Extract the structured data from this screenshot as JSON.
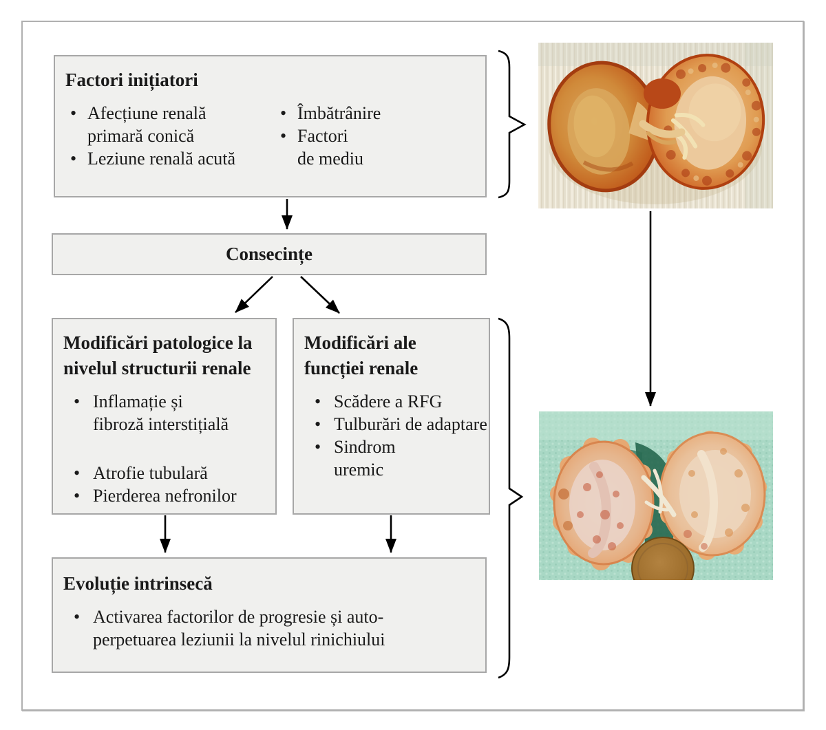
{
  "figure": {
    "boxes": {
      "initiators": {
        "title": "Factori inițiatori",
        "col1": [
          "Afecțiune renală\nprimară conică",
          "Leziune renală acută"
        ],
        "col2": [
          "Îmbătrânire",
          "Factori\nde mediu"
        ]
      },
      "consequences": {
        "title": "Consecințe"
      },
      "structural": {
        "title": "Modificări patologice la\nnivelul structurii renale",
        "bullets": [
          "Inflamație și\nfibroză interstițială",
          "Atrofie tubulară",
          "Pierderea nefronilor"
        ]
      },
      "functional": {
        "title": "Modificări ale\nfuncției renale",
        "bullets": [
          "Scădere a RFG",
          "Tulburări de adaptare",
          "Sindrom\nuremic"
        ]
      },
      "evolution": {
        "title": "Evoluție intrinsecă",
        "bullets": [
          "Activarea factorilor de progresie și auto-\nperpetuarea leziunii la nivelul rinichiului"
        ]
      }
    },
    "ui": {
      "bullet": "•"
    },
    "images": {
      "top": "kidney-gross-specimen-photo",
      "bottom": "atrophic-kidneys-with-coin-photo"
    },
    "colors": {
      "box_fill": "#f0f0ee",
      "box_border": "#a7a7a7",
      "frame_border": "#b0b0b0",
      "text": "#1a1a1a",
      "arrow": "#000000"
    }
  }
}
